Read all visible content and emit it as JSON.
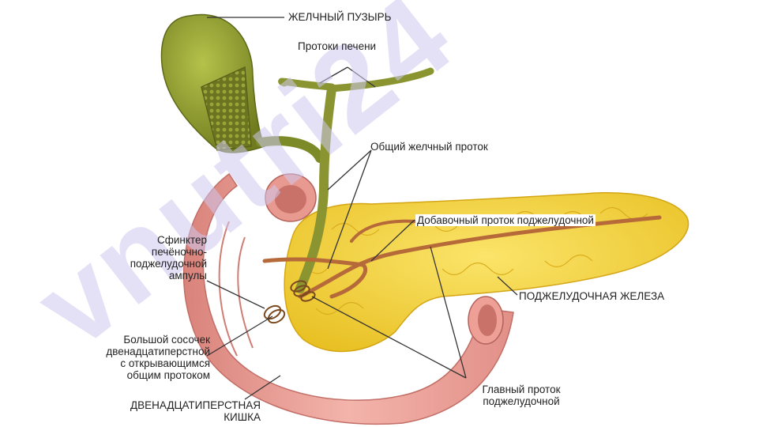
{
  "labels": {
    "gallbladder": "ЖЕЛЧНЫЙ ПУЗЫРЬ",
    "liver_ducts": "Протоки печени",
    "common_bile_duct": "Общий желчный проток",
    "accessory_duct": "Добавочный проток поджелудочной",
    "sphincter": "Сфинктер\nпечёночно-\nподжелудочной\nампулы",
    "pancreas": "ПОДЖЕЛУДОЧНАЯ ЖЕЛЕЗА",
    "papilla": "Большой сосочек\nдвенадцатиперстной\nс открывающимся\nобщим протоком",
    "main_duct": "Главный проток\nподжелудочной",
    "duodenum": "ДВЕНАДЦАТИПЕРСТНАЯ\nКИШКА"
  },
  "watermark": "vnutri24",
  "colors": {
    "gallbladder": "#8c9a2e",
    "bile_duct": "#8a9430",
    "pancreas": "#f2d23a",
    "duodenum": "#e9a29a",
    "pancreatic_duct": "#b66a3a",
    "watermark": "#cdc8f0",
    "leader": "#333333"
  }
}
